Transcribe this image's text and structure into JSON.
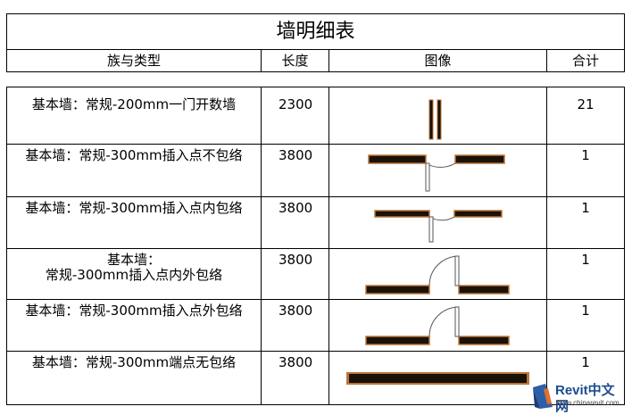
{
  "schedule": {
    "title": "墙明细表",
    "headers": [
      "族与类型",
      "长度",
      "图像",
      "合计"
    ],
    "rows": [
      {
        "type": "基本墙：常规-200mm一门开数墙",
        "length": "2300",
        "count": "21"
      },
      {
        "type": "基本墙：常规-300mm插入点不包络",
        "length": "3800",
        "count": "1"
      },
      {
        "type": "基本墙：常规-300mm插入点内包络",
        "length": "3800",
        "count": "1"
      },
      {
        "type_line1": "基本墙：",
        "type_line2": "常规-300mm插入点内外包络",
        "length": "3800",
        "count": "1"
      },
      {
        "type": "基本墙：常规-300mm插入点外包络",
        "length": "3800",
        "count": "1"
      },
      {
        "type": "基本墙：常规-300mm端点无包络",
        "length": "3800",
        "count": "1"
      }
    ]
  },
  "watermark": {
    "brand": "Revit中文网",
    "site": "www.chinarevit.com"
  },
  "colors": {
    "wall_fill": "#1a1108",
    "wall_edge": "#b8753a",
    "grid": "#000000"
  }
}
